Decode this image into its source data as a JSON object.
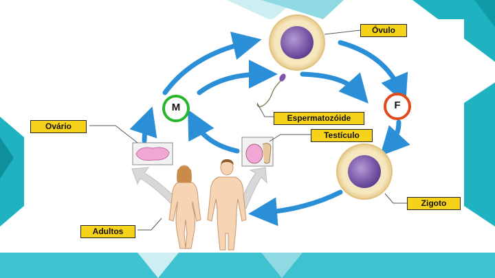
{
  "labels": {
    "ovulo": "Óvulo",
    "espermatozoide": "Espermatozóide",
    "testiculo": "Testículo",
    "ovario": "Ovário",
    "zigoto": "Zigoto",
    "adultos": "Adultos"
  },
  "stages": {
    "meiosis": "M",
    "fertilization": "F"
  },
  "colors": {
    "cycle_arrows": "#2a8fd6",
    "meiosis_ring": "#27b52a",
    "fertilization_ring": "#e04a1a",
    "label_fill": "#f7d21a",
    "cell_nucleus": "#7a5aa8",
    "cell_membrane": "#f3e2b4",
    "slide_teal": "#1fb3c2"
  },
  "icons": [
    "egg-cell-icon",
    "sperm-icon",
    "zygote-icon",
    "ovary-icon",
    "testis-icon",
    "adult-female-figure",
    "adult-male-figure"
  ]
}
